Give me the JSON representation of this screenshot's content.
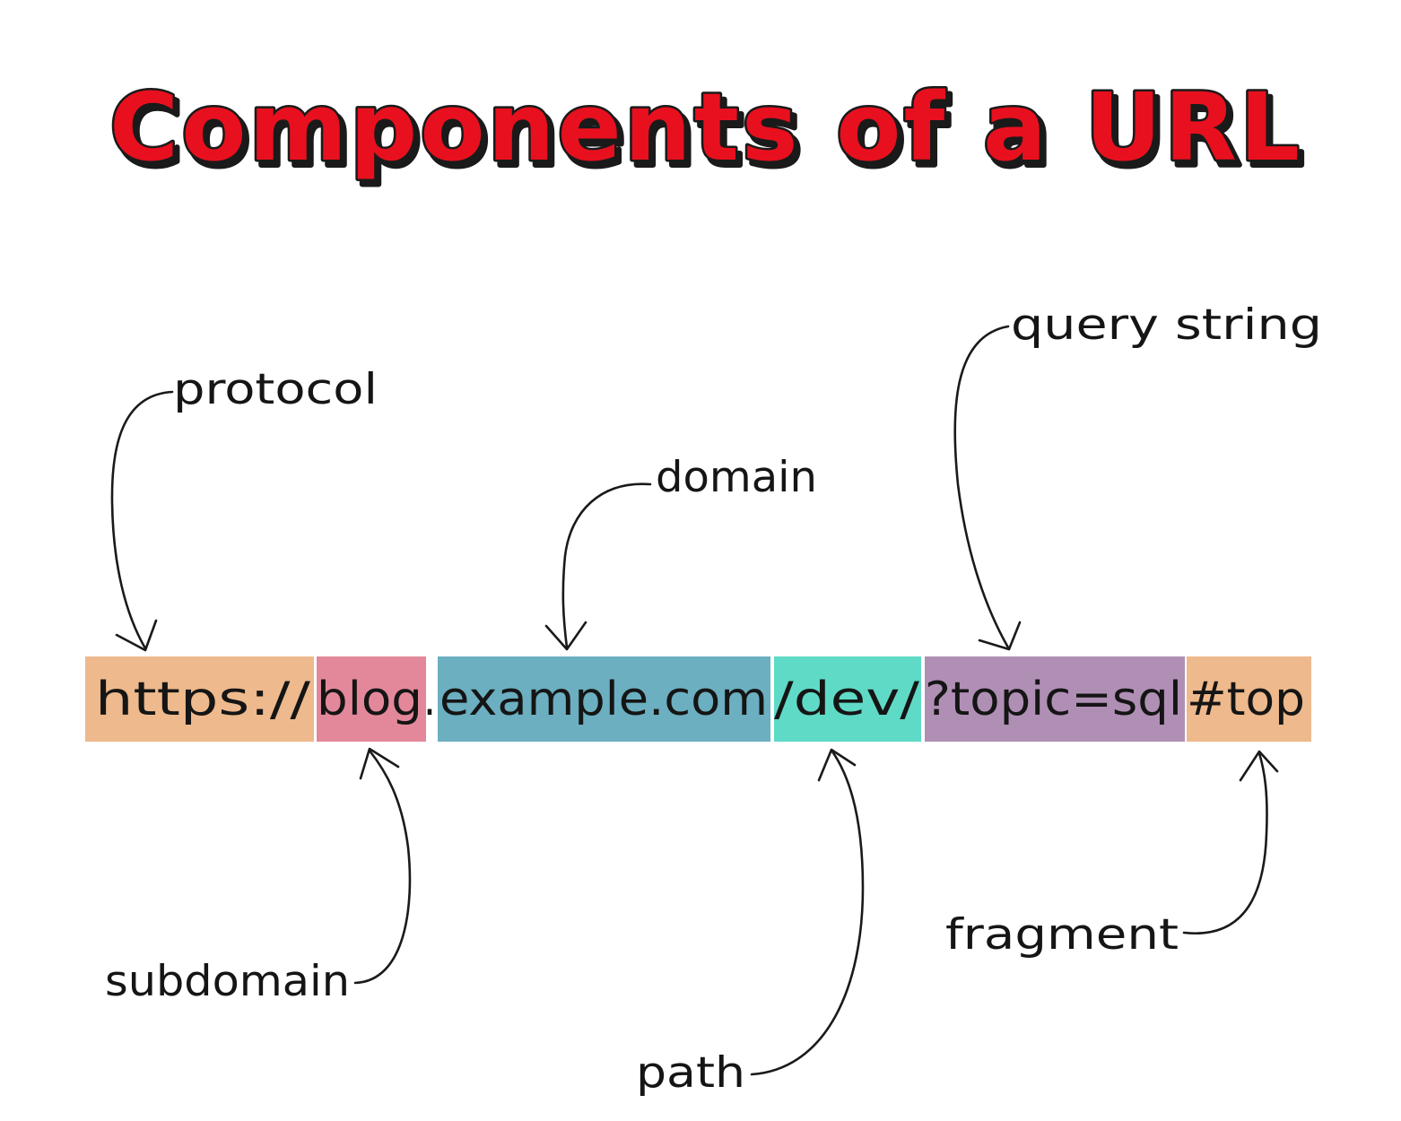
{
  "title": "Components of a URL",
  "colors": {
    "title_fill": "#e8101e",
    "title_outline": "#1a1a1a",
    "protocol": "#eeb98c",
    "subdomain": "#e3889a",
    "domain": "#6bafc0",
    "path": "#5fdac6",
    "query": "#b08fb5",
    "fragment": "#eeb98c"
  },
  "url_segments": [
    {
      "key": "protocol",
      "text": "https://"
    },
    {
      "key": "subdomain",
      "text": "blog"
    },
    {
      "key": "separator",
      "text": "."
    },
    {
      "key": "domain",
      "text": "example.com"
    },
    {
      "key": "path",
      "text": "/dev/"
    },
    {
      "key": "query",
      "text": "?topic=sql"
    },
    {
      "key": "fragment",
      "text": "#top"
    }
  ],
  "labels": {
    "protocol": "protocol",
    "domain": "domain",
    "query": "query string",
    "subdomain": "subdomain",
    "path": "path",
    "fragment": "fragment"
  }
}
